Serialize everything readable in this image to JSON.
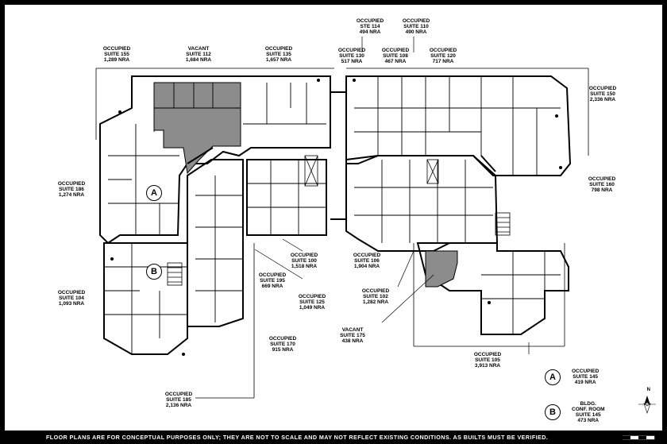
{
  "suites": {
    "s155": {
      "status": "OCCUPIED",
      "suite": "SUITE 155",
      "area": "1,289 NRA"
    },
    "s112": {
      "status": "VACANT",
      "suite": "SUITE 112",
      "area": "1,684 NRA"
    },
    "s135": {
      "status": "OCCUPIED",
      "suite": "SUITE 135",
      "area": "1,657 NRA"
    },
    "s114": {
      "status": "OCCUPIED",
      "suite": "STE 114",
      "area": "494 NRA"
    },
    "s110": {
      "status": "OCCUPIED",
      "suite": "SUITE 110",
      "area": "490 NRA"
    },
    "s130": {
      "status": "OCCUPIED",
      "suite": "SUITE 130",
      "area": "517 NRA"
    },
    "s108": {
      "status": "OCCUPIED",
      "suite": "SUITE 108",
      "area": "467 NRA"
    },
    "s120": {
      "status": "OCCUPIED",
      "suite": "SUITE 120",
      "area": "717 NRA"
    },
    "s150": {
      "status": "OCCUPIED",
      "suite": "SUITE 150",
      "area": "2,336 NRA"
    },
    "s186": {
      "status": "OCCUPIED",
      "suite": "SUITE 186",
      "area": "1,274 NRA"
    },
    "s160": {
      "status": "OCCUPIED",
      "suite": "SUITE 160",
      "area": "798 NRA"
    },
    "s104": {
      "status": "OCCUPIED",
      "suite": "SUITE 104",
      "area": "1,093 NRA"
    },
    "s100": {
      "status": "OCCUPIED",
      "suite": "SUITE 100",
      "area": "1,518 NRA"
    },
    "s106": {
      "status": "OCCUPIED",
      "suite": "SUITE 106",
      "area": "1,904 NRA"
    },
    "s195": {
      "status": "OCCUPIED",
      "suite": "SUITE 195",
      "area": "669 NRA"
    },
    "s125": {
      "status": "OCCUPIED",
      "suite": "SUITE 125",
      "area": "1,049 NRA"
    },
    "s102": {
      "status": "OCCUPIED",
      "suite": "SUITE 102",
      "area": "1,282 NRA"
    },
    "s175": {
      "status": "VACANT",
      "suite": "SUITE 175",
      "area": "438 NRA"
    },
    "s170": {
      "status": "OCCUPIED",
      "suite": "SUITE 170",
      "area": "915 NRA"
    },
    "s105": {
      "status": "OCCUPIED",
      "suite": "SUITE 105",
      "area": "3,913 NRA"
    },
    "s185": {
      "status": "OCCUPIED",
      "suite": "SUITE 185",
      "area": "2,136 NRA"
    }
  },
  "legend": {
    "a": {
      "marker": "A",
      "line1": "OCCUPIED",
      "line2": "SUITE 145",
      "line3": "419 NRA"
    },
    "b": {
      "marker": "B",
      "line1": "BLDG.",
      "line2": "CONF. ROOM",
      "line3": "SUITE 145",
      "line4": "473 NRA"
    }
  },
  "plan_markers": {
    "a": "A",
    "b": "B"
  },
  "footer": "FLOOR PLANS ARE FOR CONCEPTUAL PURPOSES ONLY; THEY ARE NOT TO SCALE AND MAY NOT REFLECT EXISTING CONDITIONS.  AS BUILTS MUST BE VERIFIED.",
  "compass": {
    "north": "N"
  },
  "colors": {
    "vacant_fill": "#8c8c8c",
    "line": "#000000",
    "background": "#ffffff"
  }
}
